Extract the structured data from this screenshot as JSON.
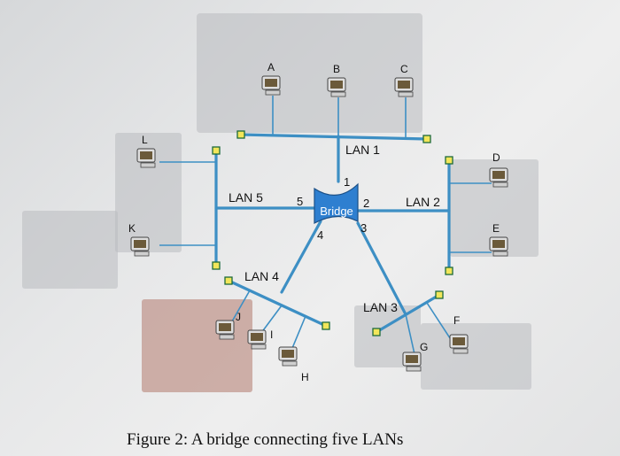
{
  "lans": [
    "LAN 1",
    "LAN 2",
    "LAN 3",
    "LAN 4",
    "LAN 5"
  ],
  "bridge": {
    "label": "Bridge",
    "ports": [
      "1",
      "2",
      "3",
      "4",
      "5"
    ]
  },
  "hosts": [
    "A",
    "B",
    "C",
    "D",
    "E",
    "F",
    "G",
    "H",
    "I",
    "J",
    "K",
    "L"
  ],
  "caption": "Figure 2: A bridge connecting five LANs"
}
